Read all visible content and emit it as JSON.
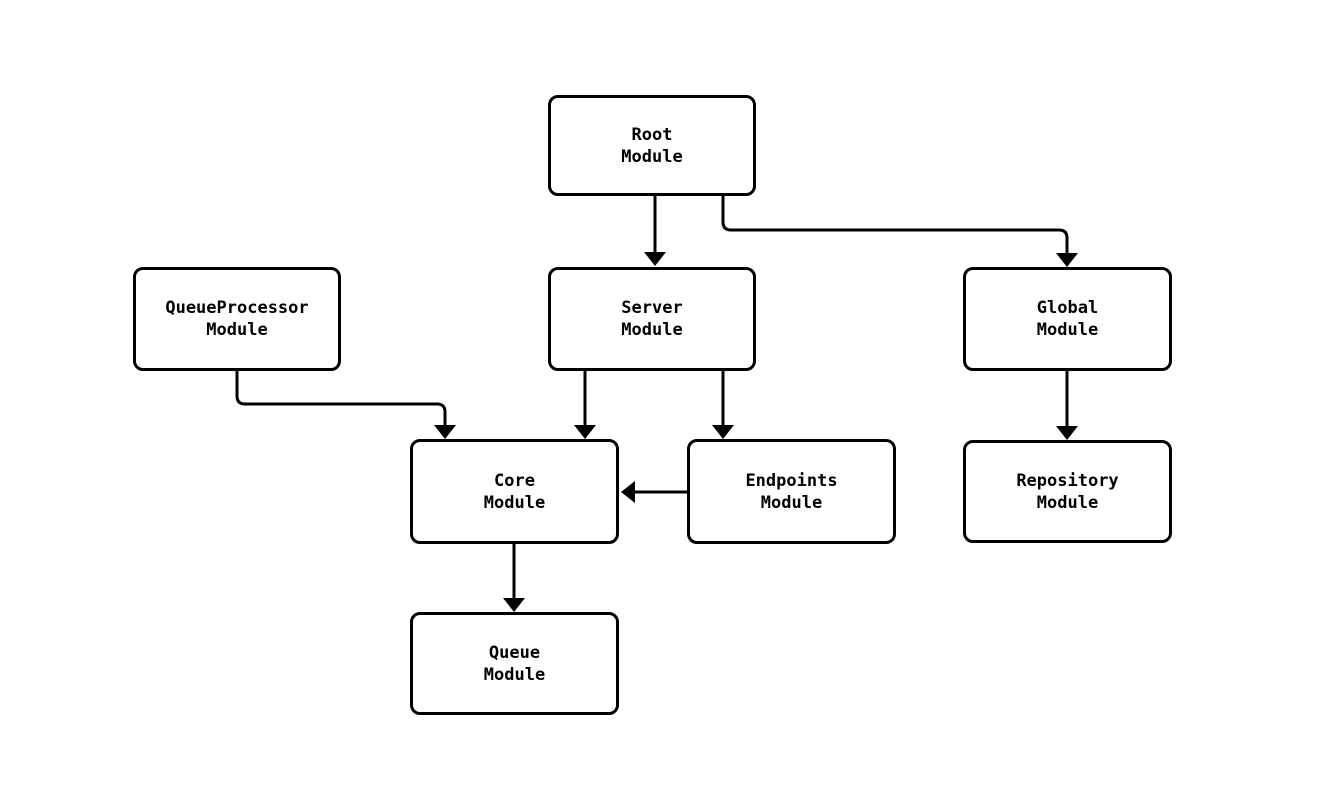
{
  "diagram": {
    "type": "flowchart",
    "background_color": "#ffffff",
    "node_fill_color": "#ffffff",
    "node_stroke_color": "#000000",
    "text_color": "#000000",
    "nodes": [
      {
        "id": "RootModule",
        "label": "Root\nModule"
      },
      {
        "id": "QueueProcessorModule",
        "label": "QueueProcessor\nModule"
      },
      {
        "id": "ServerModule",
        "label": "Server\nModule"
      },
      {
        "id": "GlobalModule",
        "label": "Global\nModule"
      },
      {
        "id": "CoreModule",
        "label": "Core\nModule"
      },
      {
        "id": "EndpointsModule",
        "label": "Endpoints\nModule"
      },
      {
        "id": "RepositoryModule",
        "label": "Repository\nModule"
      },
      {
        "id": "QueueModule",
        "label": "Queue\nModule"
      }
    ],
    "edges": [
      {
        "from": "RootModule",
        "to": "ServerModule"
      },
      {
        "from": "RootModule",
        "to": "GlobalModule"
      },
      {
        "from": "QueueProcessorModule",
        "to": "CoreModule"
      },
      {
        "from": "ServerModule",
        "to": "CoreModule"
      },
      {
        "from": "ServerModule",
        "to": "EndpointsModule"
      },
      {
        "from": "EndpointsModule",
        "to": "CoreModule"
      },
      {
        "from": "GlobalModule",
        "to": "RepositoryModule"
      },
      {
        "from": "CoreModule",
        "to": "QueueModule"
      }
    ]
  }
}
